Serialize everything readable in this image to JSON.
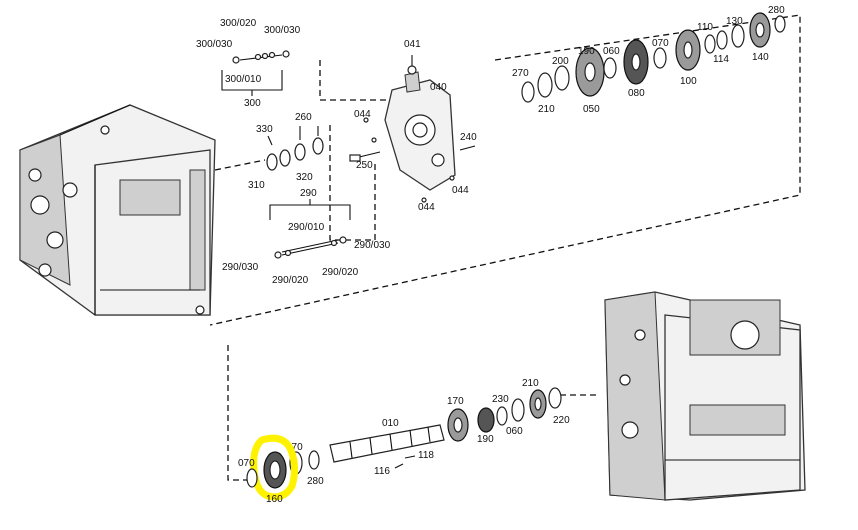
{
  "labels": {
    "l300_020": "300/020",
    "l300_030a": "300/030",
    "l300_030b": "300/030",
    "l300_010": "300/010",
    "l300": "300",
    "l330": "330",
    "l260": "260",
    "l310": "310",
    "l320": "320",
    "l290": "290",
    "l290_010": "290/010",
    "l290_030a": "290/030",
    "l290_030b": "290/030",
    "l290_020a": "290/020",
    "l290_020b": "290/020",
    "l041": "041",
    "l040": "040",
    "l044a": "044",
    "l044b": "044",
    "l044c": "044",
    "l240": "240",
    "l250": "250",
    "l270": "270",
    "l210a": "210",
    "l200": "200",
    "l190a": "190",
    "l050": "050",
    "l060a": "060",
    "l080": "080",
    "l070a": "070",
    "l110": "110",
    "l100": "100",
    "l114": "114",
    "l130": "130",
    "l140": "140",
    "l280a": "280",
    "l010": "010",
    "l170": "170",
    "l230": "230",
    "l210b": "210",
    "l220": "220",
    "l190b": "190",
    "l060b": "060",
    "l118": "118",
    "l116": "116",
    "l070b": "070",
    "l070c": "070",
    "l280b": "280",
    "l160": "160"
  },
  "colors": {
    "highlight": "#fff200",
    "line": "#111111"
  }
}
